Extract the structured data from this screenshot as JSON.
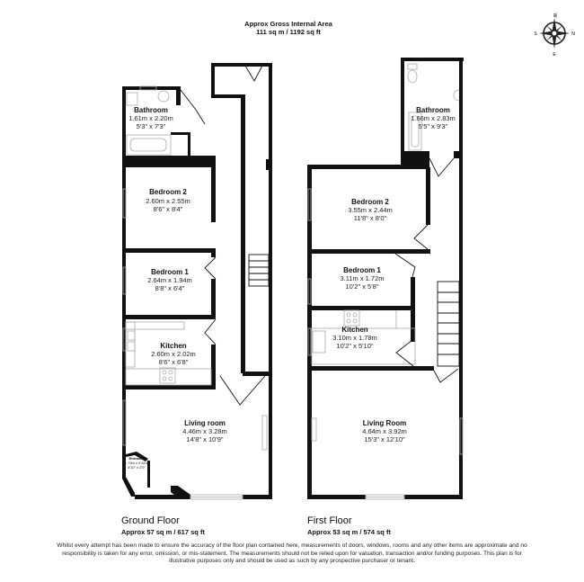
{
  "header": {
    "title": "Approx Gross Internal Area",
    "area": "111 sq m / 1192 sq ft"
  },
  "compass": {
    "top": "W",
    "left": "S",
    "right": "N",
    "bottom": "E"
  },
  "ground_floor": {
    "label": "Ground Floor",
    "area": "Approx 57 sq m / 617 sq ft",
    "rooms": [
      {
        "name": "Bathroom",
        "metric": "1.61m x 2.20m",
        "imperial": "5'3\" x 7'3\""
      },
      {
        "name": "Bedroom 2",
        "metric": "2.60m x 2.55m",
        "imperial": "8'6\" x 8'4\""
      },
      {
        "name": "Bedroom 1",
        "metric": "2.64m x 1.94m",
        "imperial": "8'8\" x 6'4\""
      },
      {
        "name": "Kitchen",
        "metric": "2.60m x 2.02m",
        "imperial": "8'6\" x 6'8\""
      },
      {
        "name": "Living room",
        "metric": "4.46m x 3.28m",
        "imperial": "14'8\" x 10'9\""
      },
      {
        "name": "Entrance",
        "metric": "1.79m x 0.61m",
        "imperial": "5'10\" x 2'0\""
      }
    ]
  },
  "first_floor": {
    "label": "First Floor",
    "area": "Approx 53 sq m / 574 sq ft",
    "rooms": [
      {
        "name": "Bathroom",
        "metric": "1.66m x 2.83m",
        "imperial": "5'5\" x 9'3\""
      },
      {
        "name": "Bedroom 2",
        "metric": "3.55m x 2.44m",
        "imperial": "11'8\" x 8'0\""
      },
      {
        "name": "Bedroom 1",
        "metric": "3.11m x 1.72m",
        "imperial": "10'2\" x 5'8\""
      },
      {
        "name": "Kitchen",
        "metric": "3.10m x 1.78m",
        "imperial": "10'2\" x 5'10\""
      },
      {
        "name": "Living Room",
        "metric": "4.64m x 3.92m",
        "imperial": "15'3\" x 12'10\""
      }
    ]
  },
  "disclaimer": "Whilst every attempt has been made to ensure the accuracy of the floor plan contained here, measurements of doors, windows, rooms and any other items are approximate and no responsibility is taken for any error, omission, or mis-statement. The measurements should not be relied upon for valuation, transaction and/or funding purposes. This plan is for illustrative purposes only and should be used as such by any prospective purchaser or tenant."
}
